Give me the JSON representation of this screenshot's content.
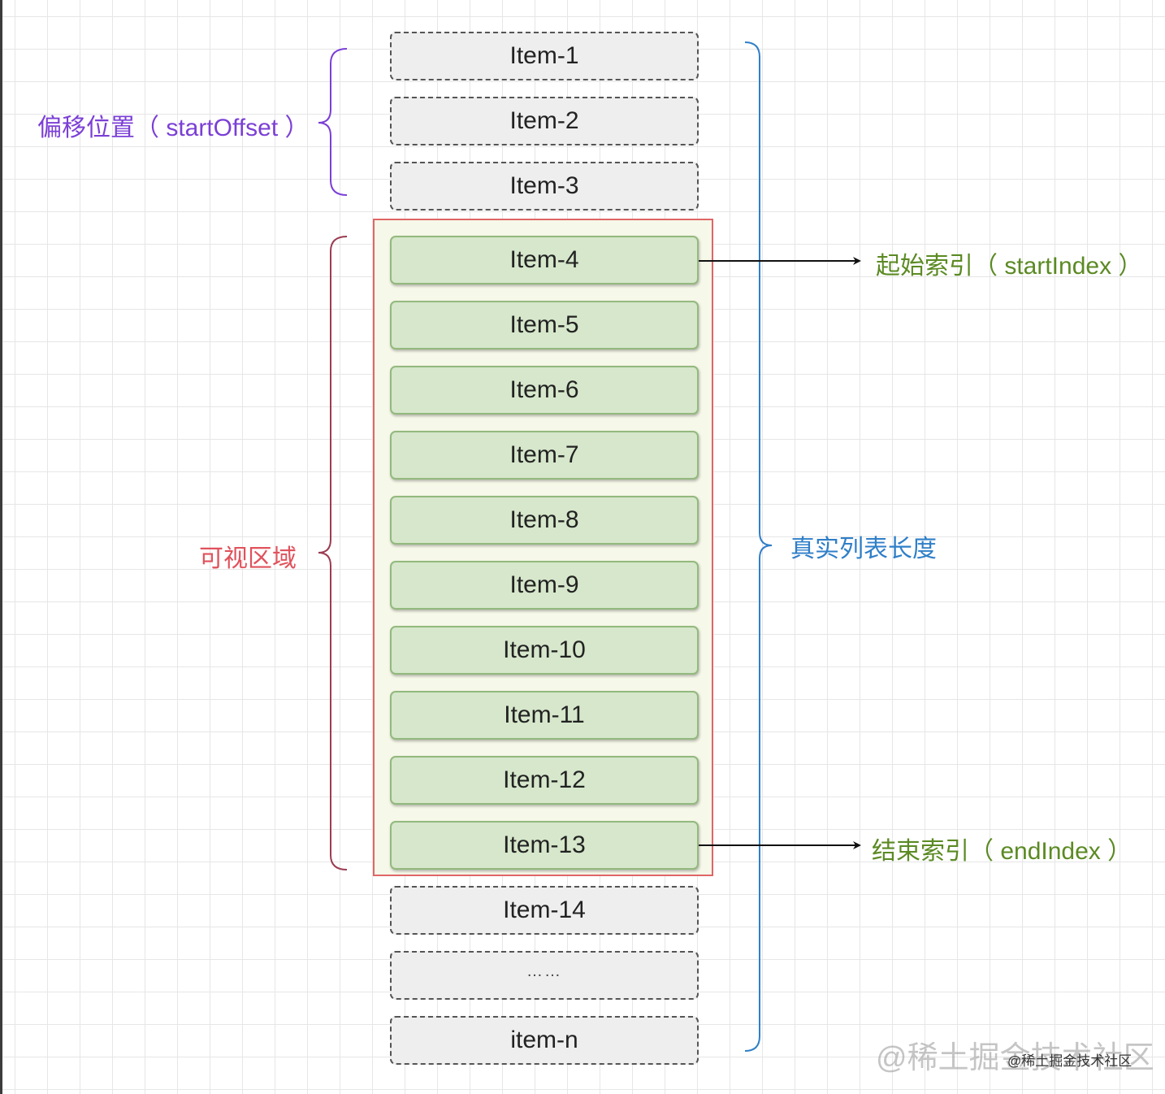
{
  "items": {
    "item_1": "Item-1",
    "item_2": "Item-2",
    "item_3": "Item-3",
    "item_4": "Item-4",
    "item_5": "Item-5",
    "item_6": "Item-6",
    "item_7": "Item-7",
    "item_8": "Item-8",
    "item_9": "Item-9",
    "item_10": "Item-10",
    "item_11": "Item-11",
    "item_12": "Item-12",
    "item_13": "Item-13",
    "item_14": "Item-14",
    "item_ellipsis": "……",
    "item_n": "item-n"
  },
  "labels": {
    "start_offset": "偏移位置（ startOffset ）",
    "visible_area": "可视区域",
    "real_list_length": "真实列表长度",
    "start_index": "起始索引（ startIndex ）",
    "end_index": "结束索引（ endIndex ）"
  },
  "watermark": {
    "large": "@稀土掘金技术社区",
    "small": "@稀土掘金技术社区"
  },
  "colors": {
    "offset_purple": "#7b3fd6",
    "visible_red": "#e0525c",
    "length_blue": "#2f7fc8",
    "index_green": "#5b8a23",
    "visible_item_fill": "#d6e7cb",
    "visible_area_fill": "#f6f8e9",
    "offscreen_item_fill": "#eeeeee"
  }
}
